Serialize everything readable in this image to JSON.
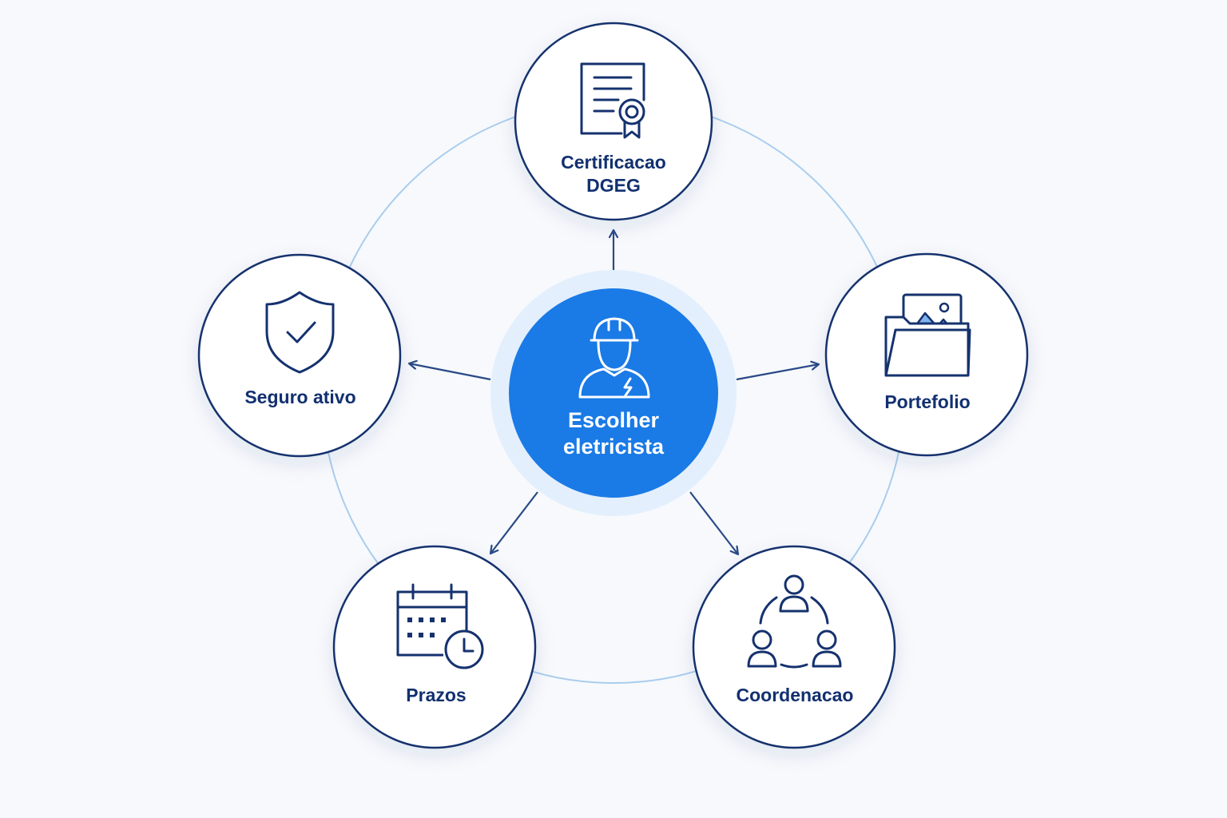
{
  "center": {
    "line1": "Escolher",
    "line2": "eletricista",
    "fill_color": "#1a7ae6",
    "halo_color": "#e3effc",
    "icon": "electrician-icon"
  },
  "nodes": {
    "certification": {
      "line1": "Certificacao",
      "line2": "DGEG",
      "icon": "certificate-icon"
    },
    "insurance": {
      "label": "Seguro ativo",
      "icon": "shield-check-icon"
    },
    "portfolio": {
      "label": "Portefolio",
      "icon": "folder-image-icon"
    },
    "deadlines": {
      "label": "Prazos",
      "icon": "calendar-clock-icon"
    },
    "coordination": {
      "label": "Coordenacao",
      "icon": "team-icon"
    }
  },
  "colors": {
    "node_stroke": "#15326e",
    "ring": "#a9cdee",
    "arrow": "#294a86",
    "label": "#123070",
    "background": "#f7f9fc"
  }
}
